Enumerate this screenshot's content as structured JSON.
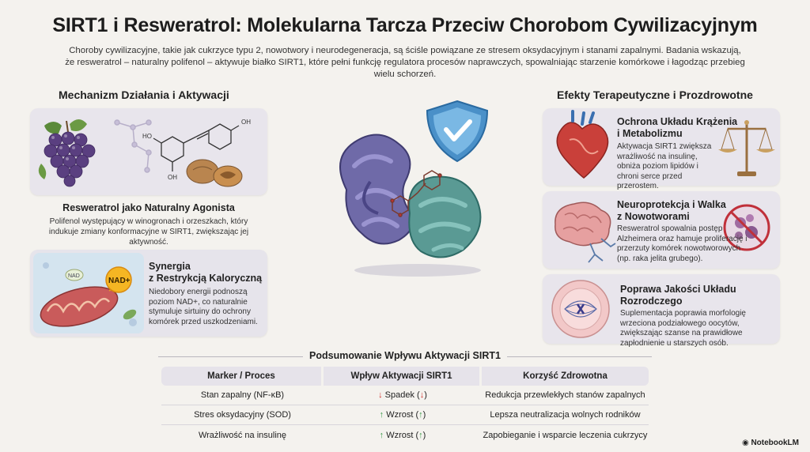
{
  "title": "SIRT1 i Resweratrol: Molekularna Tarcza Przeciw Chorobom Cywilizacyjnym",
  "intro": "Choroby cywilizacyjne, takie jak cukrzyce typu 2, nowotwory i neurodegeneracja, są ściśle powiązane ze stresem oksydacyjnym i stanami zapalnymi. Badania wskazują, że resweratrol – naturalny polifenol – aktywuje białko SIRT1, które pełni funkcję regulatora procesów naprawczych, spowalniając starzenie komórkowe i łagodząc przebieg wielu schorzeń.",
  "left": {
    "heading": "Mechanizm Działania i Aktywacji",
    "molecule_labels": [
      "OH",
      "HO",
      "OH"
    ],
    "agonist": {
      "title": "Resweratrol jako Naturalny Agonista",
      "text": "Polifenol występujący w winogronach i orzeszkach, który indukuje zmiany konformacyjne w SIRT1, zwiększając jej aktywność."
    },
    "synergy": {
      "title_1": "Synergia",
      "title_2": "z Restrykcją Kaloryczną",
      "text": "Niedobory energii podnoszą poziom NAD+, co naturalnie stymuluje sirtuiny do ochrony komórek przed uszkodzeniami.",
      "nad_badge": "NAD",
      "nad_plus": "NAD+"
    }
  },
  "right": {
    "heading": "Efekty Terapeutyczne i Prozdrowotne",
    "cards": [
      {
        "title_1": "Ochrona Układu Krążenia",
        "title_2": "i Metabolizmu",
        "text": "Aktywacja SIRT1 zwiększa wrażliwość na insulinę, obniża poziom lipidów i chroni serce przed przerostem."
      },
      {
        "title_1": "Neuroprotekcja i Walka",
        "title_2": "z Nowotworami",
        "text": "Resweratrol spowalnia postęp Alzheimera oraz hamuje proliferację i przerzuty komórek nowotworowych (np. raka jelita grubego)."
      },
      {
        "title_1": "Poprawa Jakości Układu",
        "title_2": "Rozrodczego",
        "text": "Suplementacja poprawia morfologię wrzeciona podziałowego oocytów, zwiększając szanse na prawidłowe zapłodnienie u starszych osób."
      }
    ]
  },
  "table": {
    "title": "Podsumowanie Wpływu Aktywacji SIRT1",
    "headers": [
      "Marker / Proces",
      "Wpływ Aktywacji SIRT1",
      "Korzyść Zdrowotna"
    ],
    "rows": [
      {
        "marker": "Stan zapalny (NF-κB)",
        "arrow": "↓",
        "effect": "Spadek (",
        "arrow2": "↓",
        "close": ")",
        "benefit": "Redukcja przewlekłych stanów zapalnych",
        "dir": "down"
      },
      {
        "marker": "Stres oksydacyjny (SOD)",
        "arrow": "↑",
        "effect": "Wzrost (",
        "arrow2": "↑",
        "close": ")",
        "benefit": "Lepsza neutralizacja wolnych rodników",
        "dir": "up"
      },
      {
        "marker": "Wrażliwość na insulinę",
        "arrow": "↑",
        "effect": "Wzrost (",
        "arrow2": "↑",
        "close": ")",
        "benefit": "Zapobieganie i wsparcie leczenia cukrzycy",
        "dir": "up"
      }
    ]
  },
  "logo": "NotebookLM",
  "colors": {
    "background": "#f4f2ee",
    "card": "#e8e5ec",
    "protein_purple": "#6f6aa8",
    "protein_teal": "#5a9a94",
    "shield": "#4a90c8",
    "down_red": "#d0312d",
    "up_green": "#3c9a4a"
  }
}
